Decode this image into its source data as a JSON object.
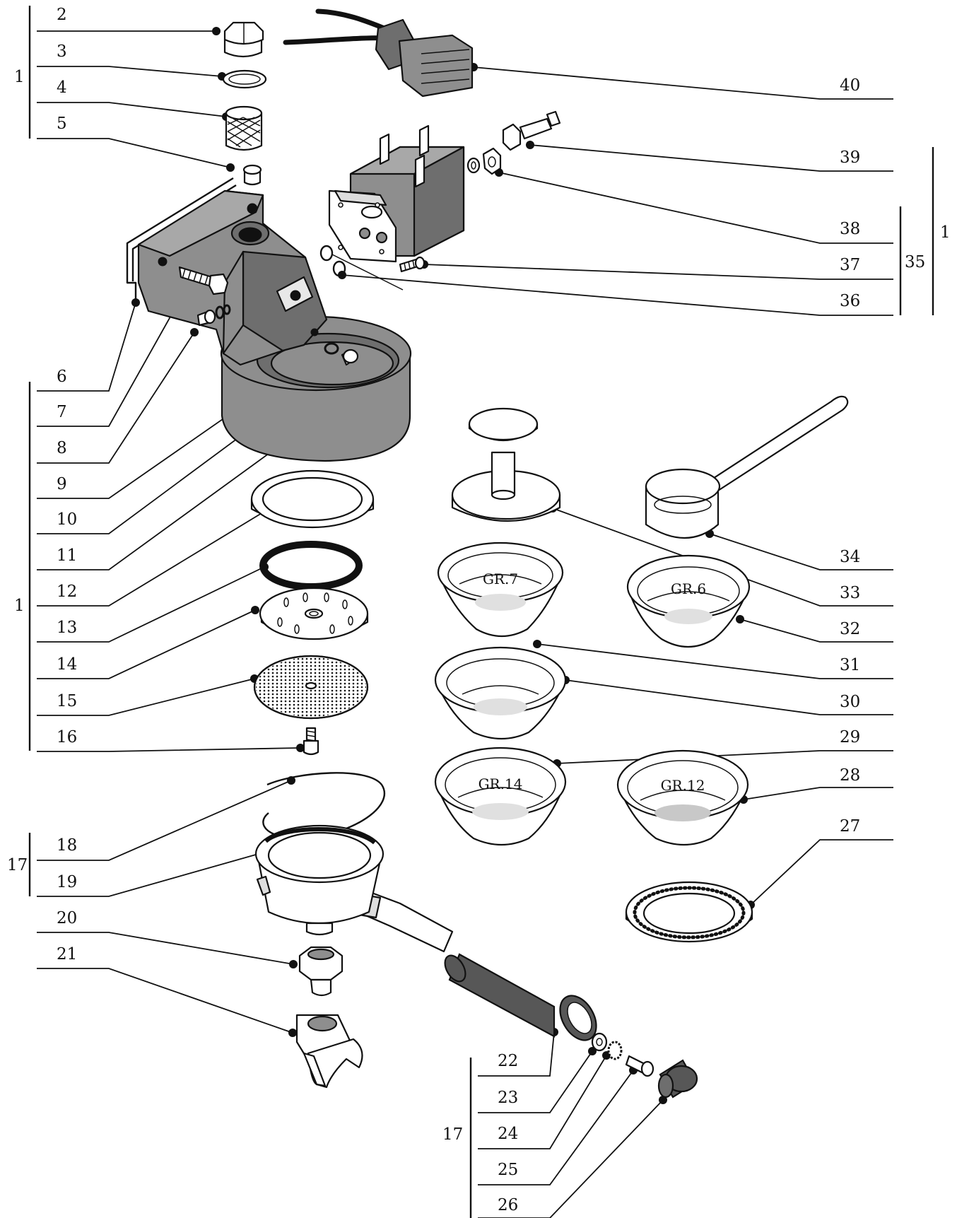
{
  "labels": {
    "l1a": "1",
    "l1b": "1",
    "l1c": "1",
    "l2": "2",
    "l3": "3",
    "l4": "4",
    "l5": "5",
    "l6": "6",
    "l7": "7",
    "l8": "8",
    "l9": "9",
    "l10": "10",
    "l11": "11",
    "l12": "12",
    "l13": "13",
    "l14": "14",
    "l15": "15",
    "l16": "16",
    "l17a": "17",
    "l17b": "17",
    "l18": "18",
    "l19": "19",
    "l20": "20",
    "l21": "21",
    "l22": "22",
    "l23": "23",
    "l24": "24",
    "l25": "25",
    "l26": "26",
    "l27": "27",
    "l28": "28",
    "l29": "29",
    "l30": "30",
    "l31": "31",
    "l32": "32",
    "l33": "33",
    "l34": "34",
    "l35": "35",
    "l36": "36",
    "l37": "37",
    "l38": "38",
    "l39": "39",
    "l40": "40"
  },
  "basket_marks": {
    "gr7": "GR.7",
    "gr6": "GR.6",
    "gr14": "GR.14",
    "gr12": "GR.12"
  },
  "colors": {
    "line": "#111111",
    "part_grey": "#8e8e8e",
    "part_dark_grey": "#575757",
    "background": "#ffffff"
  }
}
